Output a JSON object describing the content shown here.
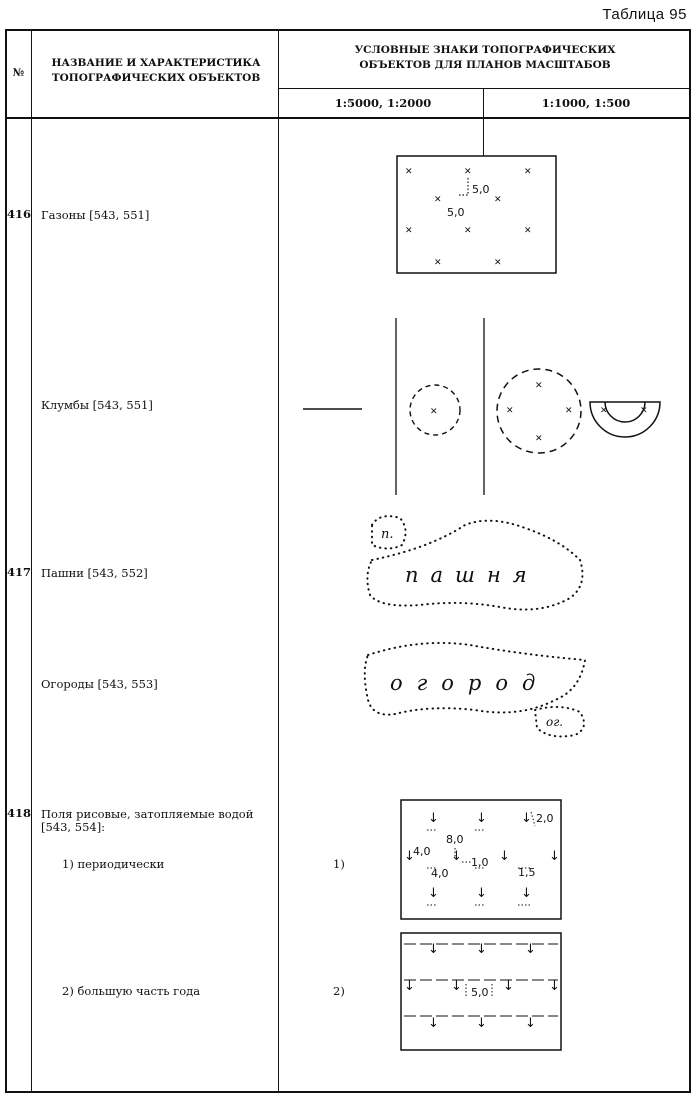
{
  "table_label": "Таблица 95",
  "header": {
    "num_col": "№",
    "name_col": "НАЗВАНИЕ И ХАРАКТЕРИСТИКА ТОПОГРАФИЧЕСКИХ ОБЪЕКТОВ",
    "signs_col": "УСЛОВНЫЕ ЗНАКИ ТОПОГРАФИЧЕСКИХ ОБЪЕКТОВ ДЛЯ ПЛАНОВ МАСШТАБОВ",
    "scale_left": "1:5000, 1:2000",
    "scale_right": "1:1000, 1:500"
  },
  "rows": [
    {
      "num": "416",
      "name": "Газоны  [543, 551]"
    },
    {
      "num": "",
      "name": "Клумбы  [543, 551]"
    },
    {
      "num": "417",
      "name": "Пашни  [543, 552]"
    },
    {
      "num": "",
      "name": "Огороды  [543, 553]"
    },
    {
      "num": "418",
      "name_line1": "Поля рисовые, затопляемые водой",
      "name_line2": "[543, 554]:",
      "sub1": "1) периодически",
      "sub1_marker": "1)",
      "sub2": "2) большую  часть  года",
      "sub2_marker": "2)"
    }
  ],
  "symbols": {
    "lawn_dims": [
      "5,0",
      "5,0"
    ],
    "field_abbr": "п.",
    "field_word": "пашня",
    "garden_word": "огород",
    "garden_abbr": "ог.",
    "rice1_dims": [
      "2,0",
      "8,0",
      "4,0",
      "4,0",
      "1,0",
      "1,5"
    ],
    "rice2_dim": "5,0"
  }
}
